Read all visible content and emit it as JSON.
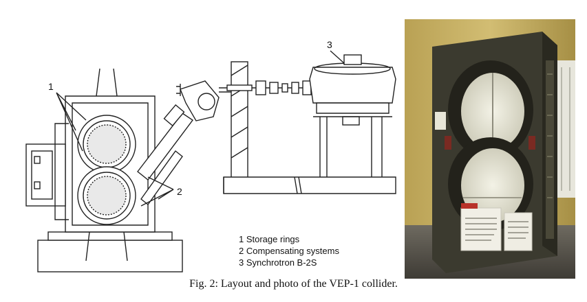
{
  "schematic": {
    "callouts": [
      "1",
      "2",
      "3"
    ],
    "legend": [
      "1 Storage rings",
      "2 Compensating systems",
      "3 Synchrotron B-2S"
    ]
  },
  "caption": "Fig. 2: Layout and photo of the VEP-1 collider."
}
